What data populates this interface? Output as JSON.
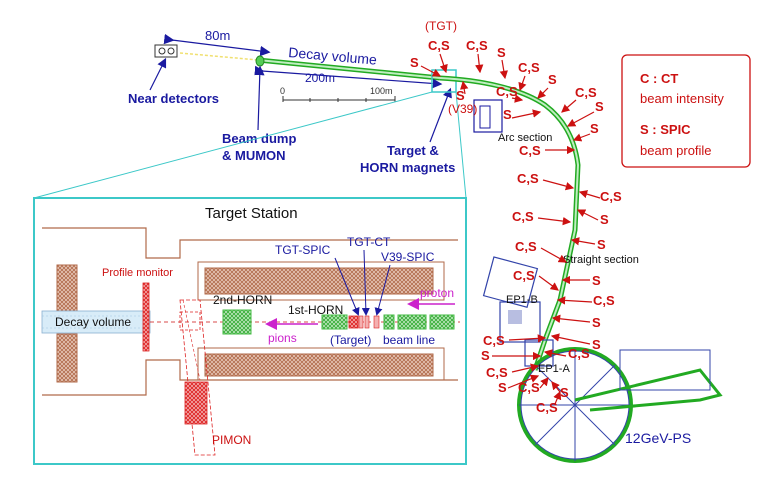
{
  "colors": {
    "label_red": "#cc1111",
    "label_blue": "#1a1aa0",
    "beamline_green": "#22aa22",
    "target_station_border": "#3cc8c8",
    "hatch_brown": "#b06a4a",
    "pimon_red": "#dd2222",
    "horn_green": "#44bb44",
    "proton_magenta": "#cc22cc",
    "ps_blue": "#3344aa"
  },
  "overview": {
    "near_detectors": "Near detectors",
    "dist_80m": "80m",
    "decay_volume": "Decay volume",
    "dist_200m": "200m",
    "scale_0": "0",
    "scale_100m": "100m",
    "beam_dump_line1": "Beam dump",
    "beam_dump_line2": "& MUMON",
    "target_line1": "Target &",
    "target_line2": "HORN magnets",
    "tgt": "(TGT)",
    "v39": "(V39)",
    "arc_section": "Arc section",
    "straight_section": "Straight section",
    "ep1_a": "EP1-A",
    "ep1_b": "EP1-B",
    "ps_label": "12GeV-PS"
  },
  "monitor_labels": {
    "cs": "C,S",
    "s": "S"
  },
  "legend": {
    "c_key": "C : CT",
    "c_desc": "beam intensity",
    "s_key": "S : SPIC",
    "s_desc": "beam profile"
  },
  "target_station": {
    "title": "Target Station",
    "profile_monitor": "Profile monitor",
    "decay_volume": "Decay volume",
    "tgt_spic": "TGT-SPIC",
    "tgt_ct": "TGT-CT",
    "v39_spic": "V39-SPIC",
    "second_horn": "2nd-HORN",
    "first_horn": "1st-HORN",
    "proton": "proton",
    "pions": "pions",
    "target": "(Target)",
    "beam_line": "beam line",
    "pimon": "PIMON"
  }
}
